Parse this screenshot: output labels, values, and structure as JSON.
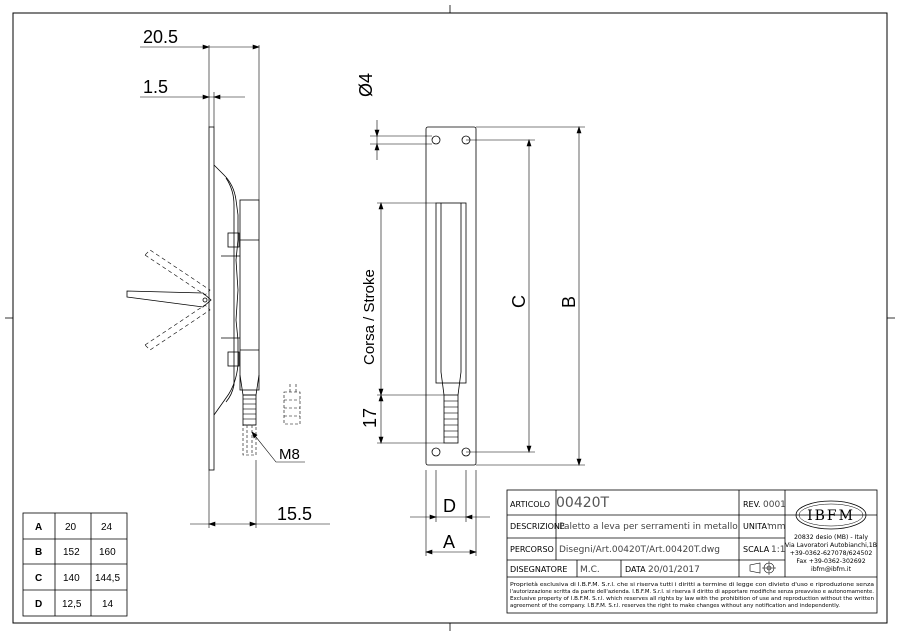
{
  "dimensions": {
    "top_width": "20.5",
    "plate_thickness": "1.5",
    "bottom_width": "15.5",
    "thread": "M8",
    "hole_diameter": "Ø4",
    "stroke_label": "Corsa / Stroke",
    "stroke_17": "17",
    "dim_c": "C",
    "dim_b": "B",
    "dim_d": "D",
    "dim_a": "A"
  },
  "size_table": {
    "rows": [
      {
        "label": "A",
        "v1": "20",
        "v2": "24"
      },
      {
        "label": "B",
        "v1": "152",
        "v2": "160"
      },
      {
        "label": "C",
        "v1": "140",
        "v2": "144,5"
      },
      {
        "label": "D",
        "v1": "12,5",
        "v2": "14"
      }
    ]
  },
  "title_block": {
    "articolo_label": "ARTICOLO",
    "articolo_value": "00420T",
    "rev_label": "REV.",
    "rev_value": "0001",
    "descrizione_label": "DESCRIZIONE",
    "descrizione_value": "Paletto a leva per serramenti in metallo",
    "unita_label": "UNITA'",
    "unita_value": "mm",
    "percorso_label": "PERCORSO",
    "percorso_value": "Disegni/Art.00420T/Art.00420T.dwg",
    "scala_label": "SCALA",
    "scala_value": "1:1",
    "disegnatore_label": "DISEGNATORE",
    "disegnatore_value": "M.C.",
    "data_label": "DATA",
    "data_value": "20/01/2017",
    "logo_text": "IBFM",
    "address": [
      "20832 desio (MB) - Italy",
      "Via Lavoratori Autobianchi,1B",
      "+39-0362-627078/624502",
      "Fax +39-0362-302692",
      "ibfm@ibfm.it"
    ],
    "legal": [
      "Proprietà esclusiva di I.B.F.M. S.r.l. che si riserva tutti i diritti a termine di legge con divieto d'uso e riproduzione senza",
      "l'autorizzazione scritta da parte dell'azienda. I.B.F.M. S.r.l. si riserva il diritto di apportare modifiche senza preavviso e autonomamente.",
      "Exclusive property of I.B.F.M. S.r.l. which reserves all rights by law with the prohibition of use and reproduction without the written",
      "agreement of the company. I.B.F.M. S.r.l. reserves the right to make changes without any notification and independently."
    ]
  }
}
